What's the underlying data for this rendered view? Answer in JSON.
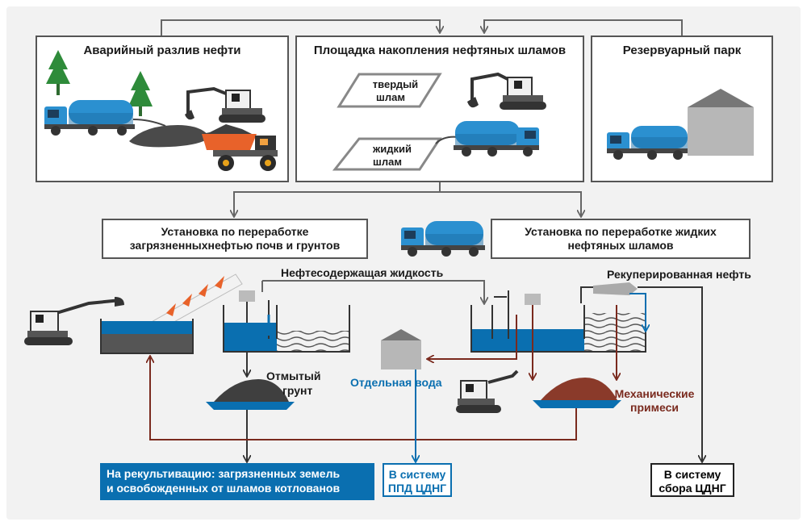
{
  "top_boxes": {
    "spill": "Аварийный разлив нефти",
    "sludge_site": "Площадка накопления нефтяных шламов",
    "tank_farm": "Резервуарный парк"
  },
  "sludge_labels": {
    "solid_line1": "твердый",
    "solid_line2": "шлам",
    "liquid_line1": "жидкий",
    "liquid_line2": "шлам"
  },
  "units": {
    "soil_line1": "Установка по переработке",
    "soil_line2": "загрязненныхнефтью почв и грунтов",
    "liquid_line1": "Установка по переработке жидких",
    "liquid_line2": "нефтяных шламов"
  },
  "streams": {
    "oily_liquid": "Нефтесодержащая жидкость",
    "recovered_oil": "Рекуперированная нефть",
    "washed_soil_line1": "Отмытый",
    "washed_soil_line2": "грунт",
    "separated_water": "Отдельная вода",
    "mech_line1": "Механические",
    "mech_line2": "примеси"
  },
  "outputs": {
    "recult_line1": "На рекультивацию: загрязненных земель",
    "recult_line2": "и освобожденных от шламов котлованов",
    "ppd_line1": "В систему",
    "ppd_line2": "ППД ЦДНГ",
    "gather_line1": "В систему",
    "gather_line2": "сбора ЦДНГ"
  },
  "icons": [
    "tree-icon",
    "tanker-truck-icon",
    "excavator-icon",
    "dump-truck-icon",
    "storage-tank-icon",
    "conveyor-icon",
    "settling-tank-icon",
    "centrifuge-icon"
  ],
  "colors": {
    "water_blue": "#0a6fb0",
    "light_blue": "#3aa6dc",
    "sludge_dark": "#3f3f3f",
    "brown": "#7a2a1e",
    "orange": "#e8622a",
    "green": "#2e8b3a",
    "arrow_gray": "#666666"
  }
}
